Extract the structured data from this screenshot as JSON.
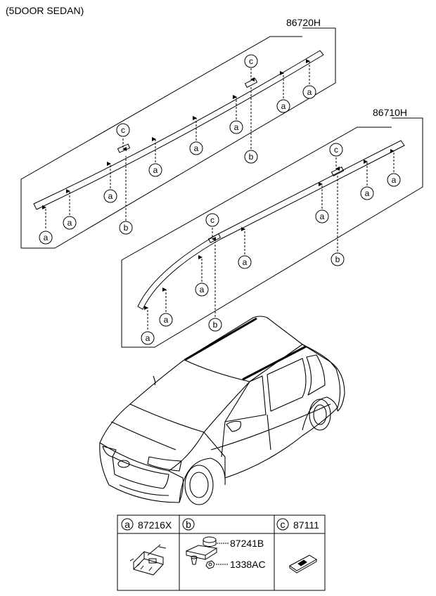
{
  "title": "(5DOOR SEDAN)",
  "assemblies": {
    "upper": {
      "part_no": "86720H"
    },
    "lower": {
      "part_no": "86710H"
    }
  },
  "callout_letters": {
    "a": "a",
    "b": "b",
    "c": "c"
  },
  "legend": {
    "a": {
      "letter": "a",
      "part_no": "87216X"
    },
    "b": {
      "letter": "b",
      "part_nos": [
        "87241B",
        "1338AC"
      ]
    },
    "c": {
      "letter": "c",
      "part_no": "87111"
    }
  }
}
